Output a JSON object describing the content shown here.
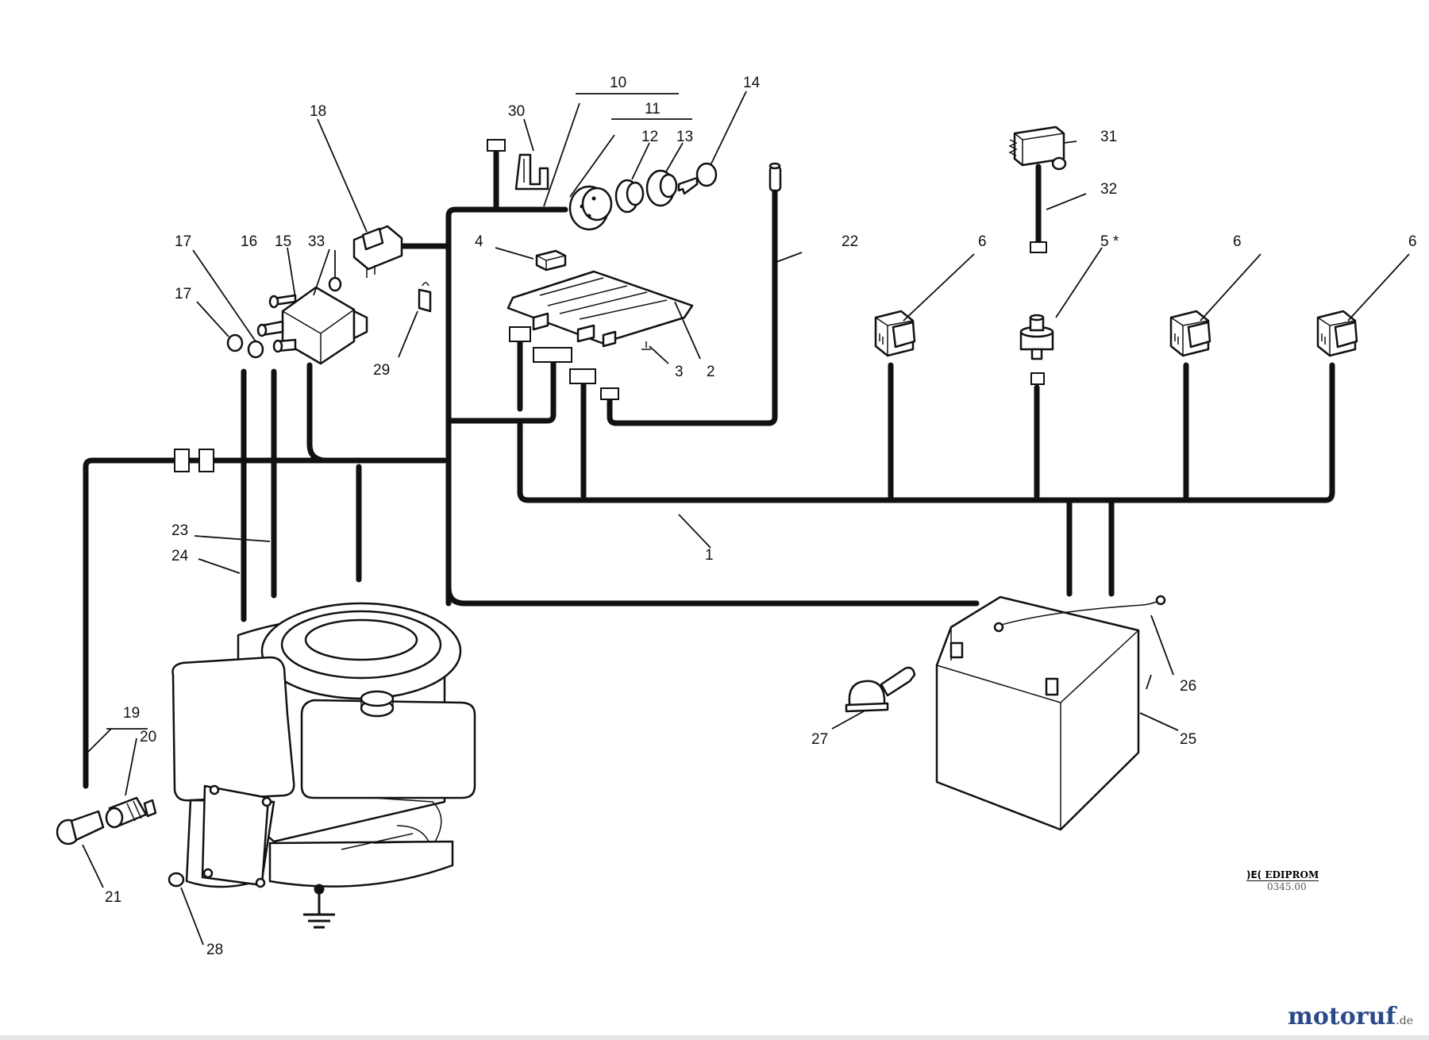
{
  "callouts": [
    {
      "id": "c1",
      "text": "1"
    },
    {
      "id": "c2",
      "text": "2"
    },
    {
      "id": "c3",
      "text": "3"
    },
    {
      "id": "c4",
      "text": "4"
    },
    {
      "id": "c5",
      "text": "5 *"
    },
    {
      "id": "c6a",
      "text": "6"
    },
    {
      "id": "c6b",
      "text": "6"
    },
    {
      "id": "c6c",
      "text": "6"
    },
    {
      "id": "c10",
      "text": "10"
    },
    {
      "id": "c11",
      "text": "11"
    },
    {
      "id": "c12",
      "text": "12"
    },
    {
      "id": "c13",
      "text": "13"
    },
    {
      "id": "c14",
      "text": "14"
    },
    {
      "id": "c15",
      "text": "15"
    },
    {
      "id": "c16",
      "text": "16"
    },
    {
      "id": "c17a",
      "text": "17"
    },
    {
      "id": "c17b",
      "text": "17"
    },
    {
      "id": "c18",
      "text": "18"
    },
    {
      "id": "c19",
      "text": "19"
    },
    {
      "id": "c20",
      "text": "20"
    },
    {
      "id": "c21",
      "text": "21"
    },
    {
      "id": "c22",
      "text": "22"
    },
    {
      "id": "c23",
      "text": "23"
    },
    {
      "id": "c24",
      "text": "24"
    },
    {
      "id": "c25",
      "text": "25"
    },
    {
      "id": "c26",
      "text": "26"
    },
    {
      "id": "c27",
      "text": "27"
    },
    {
      "id": "c28",
      "text": "28"
    },
    {
      "id": "c29",
      "text": "29"
    },
    {
      "id": "c30",
      "text": "30"
    },
    {
      "id": "c31",
      "text": "31"
    },
    {
      "id": "c32",
      "text": "32"
    },
    {
      "id": "c33",
      "text": "33"
    }
  ],
  "publisher_logo": {
    "name": "EDIPROM",
    "code": "0345.00"
  },
  "site_logo": {
    "name": "motoruf",
    "tld": ".de"
  },
  "colors": {
    "ink": "#111111",
    "background": "#ffffff",
    "brand": "#2a4a8a"
  }
}
